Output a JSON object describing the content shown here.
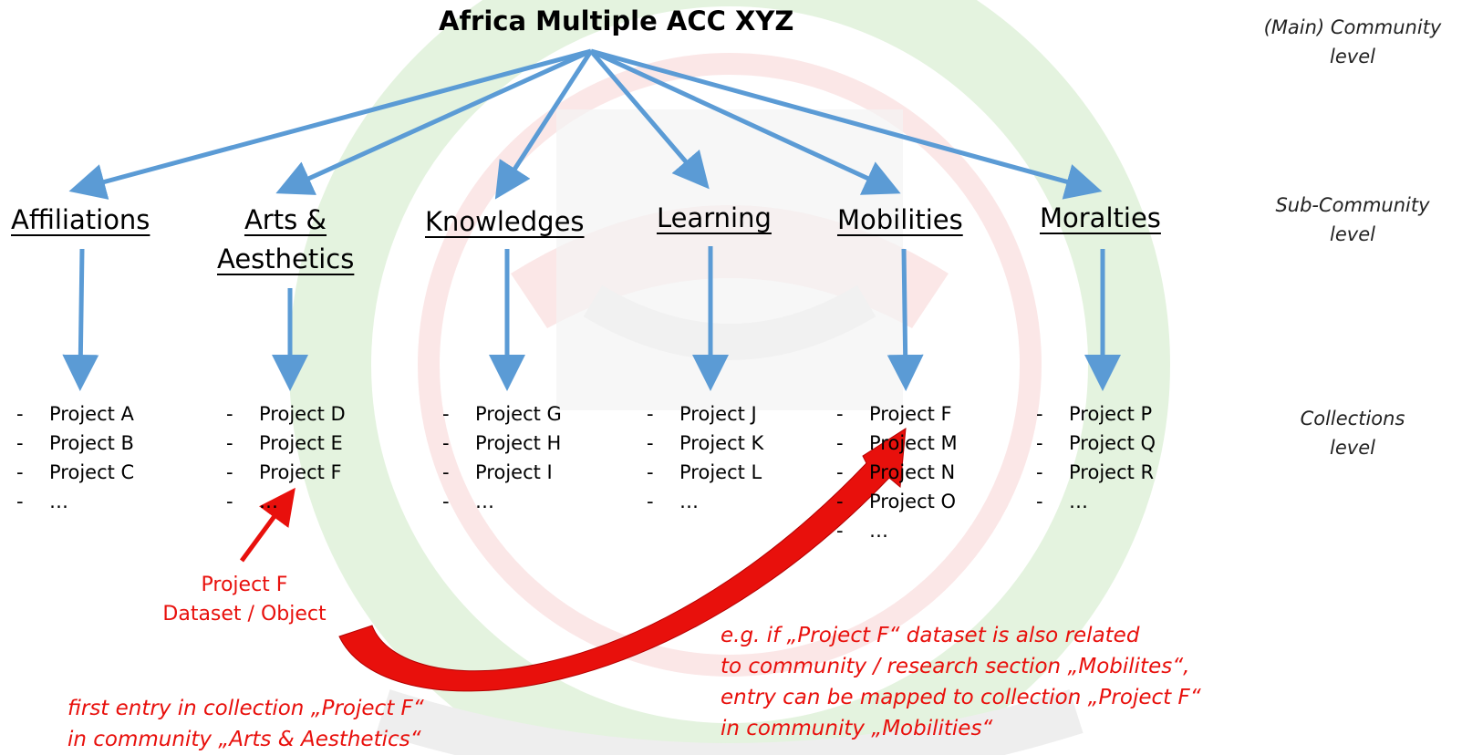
{
  "title": "Africa Multiple ACC XYZ",
  "levels": {
    "main": [
      "(Main) Community",
      "level"
    ],
    "sub": [
      "Sub-Community",
      "level"
    ],
    "collections": [
      "Collections",
      "level"
    ]
  },
  "subcommunities": [
    {
      "name": "Affiliations",
      "items": [
        "Project A",
        "Project B",
        "Project C",
        "…"
      ]
    },
    {
      "name_lines": [
        "Arts &",
        "Aesthetics"
      ],
      "items": [
        "Project D",
        "Project E",
        "Project F",
        "…"
      ]
    },
    {
      "name": "Knowledges",
      "items": [
        "Project G",
        "Project H",
        "Project I",
        "…"
      ]
    },
    {
      "name": "Learning",
      "items": [
        "Project J",
        "Project K",
        "Project L",
        "…"
      ]
    },
    {
      "name": "Mobilities",
      "items": [
        "Project F",
        "Project M",
        "Project N",
        "Project O",
        "…"
      ]
    },
    {
      "name": "Moralties",
      "items": [
        "Project P",
        "Project Q",
        "Project R",
        "…"
      ]
    }
  ],
  "project_f_label": [
    "Project F",
    "Dataset / Object"
  ],
  "note_first": [
    "first entry in collection „Project F“",
    "in community „Arts & Aesthetics“"
  ],
  "note_eg": [
    "e.g. if „Project F“ dataset is also related",
    "to community / research section „Mobilites“,",
    "entry can be mapped to collection „Project F“",
    "in community „Mobilities“"
  ],
  "colors": {
    "arrow_blue": "#5b9bd5",
    "red": "#e8100c",
    "watermark_green": "#e3f2de",
    "watermark_red": "#fbe6e6"
  }
}
